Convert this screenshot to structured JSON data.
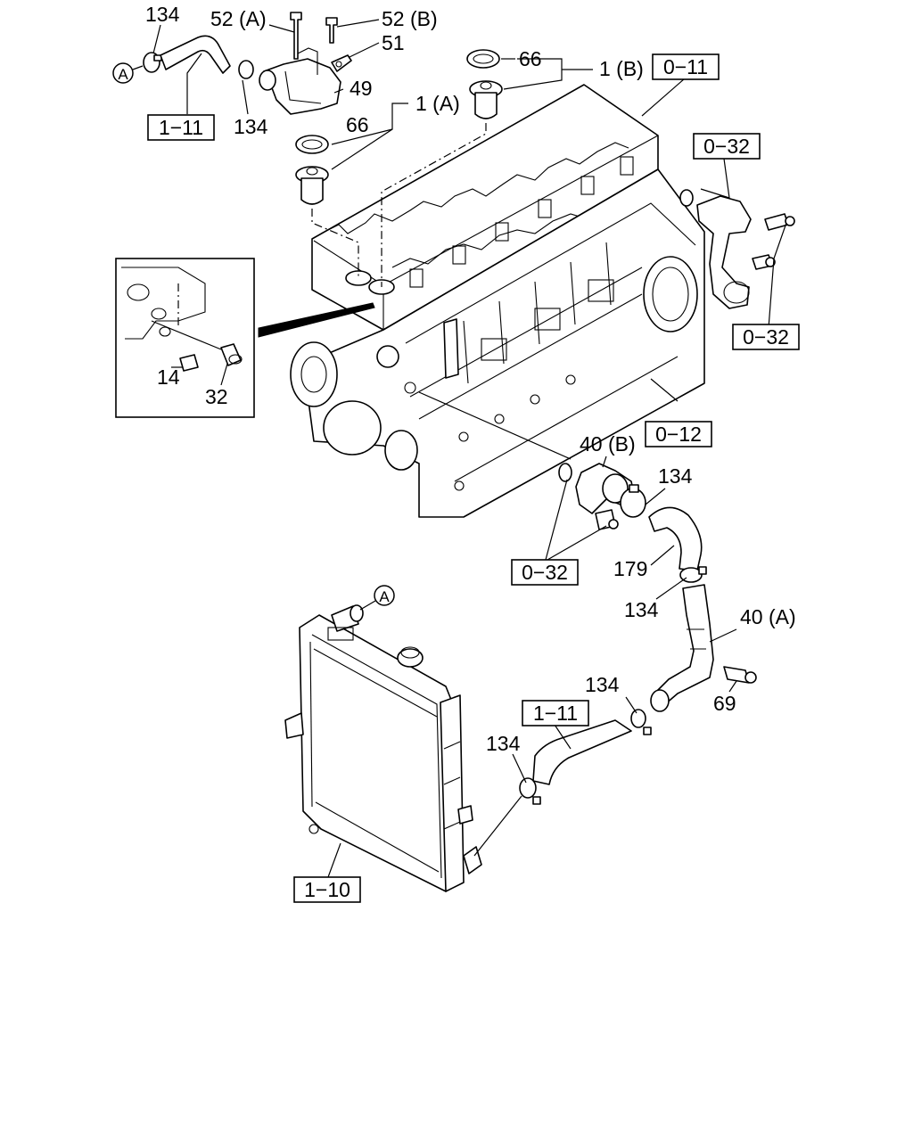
{
  "callouts": {
    "c134_top": "134",
    "c52a": "52 (A)",
    "c52b": "52 (B)",
    "c51": "51",
    "c49": "49",
    "c134_b": "134",
    "c66_top": "66",
    "c1b": "1 (B)",
    "c1a": "1 (A)",
    "c66_mid": "66",
    "c14": "14",
    "c32": "32",
    "c40b": "40 (B)",
    "c134_c": "134",
    "c179": "179",
    "c134_d": "134",
    "c40a": "40 (A)",
    "c69": "69",
    "c134_e": "134",
    "c134_f": "134"
  },
  "refs": {
    "r011": "0−11",
    "r032_top": "0−32",
    "r032_right": "0−32",
    "r012": "0−12",
    "r032_low": "0−32",
    "r111_top": "1−11",
    "r111_low": "1−11",
    "r110": "1−10"
  },
  "markers": {
    "a_top": "A",
    "a_radiator": "A"
  }
}
